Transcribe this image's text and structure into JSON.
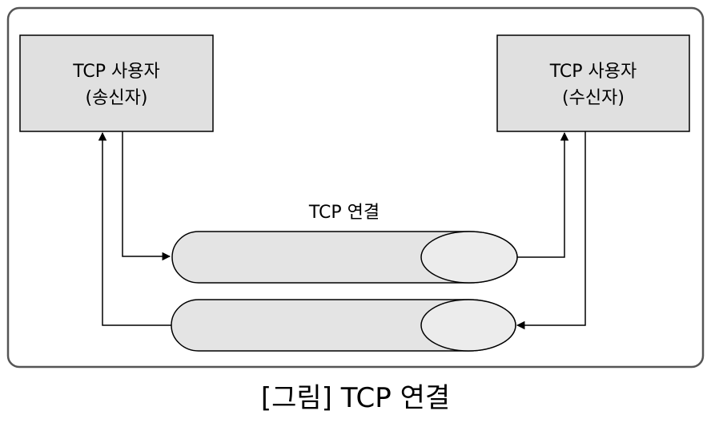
{
  "sender": {
    "line1": "TCP 사용자",
    "line2": "(송신자)"
  },
  "receiver": {
    "line1": "TCP 사용자",
    "line2": "(수신자)"
  },
  "connection_label": "TCP 연결",
  "caption": "[그림] TCP 연결",
  "colors": {
    "box_fill": "#e0e0e0",
    "pipe_fill": "#e4e4e4",
    "pipe_end_fill": "#ececec",
    "stroke": "#000000",
    "frame_stroke": "#555555"
  }
}
